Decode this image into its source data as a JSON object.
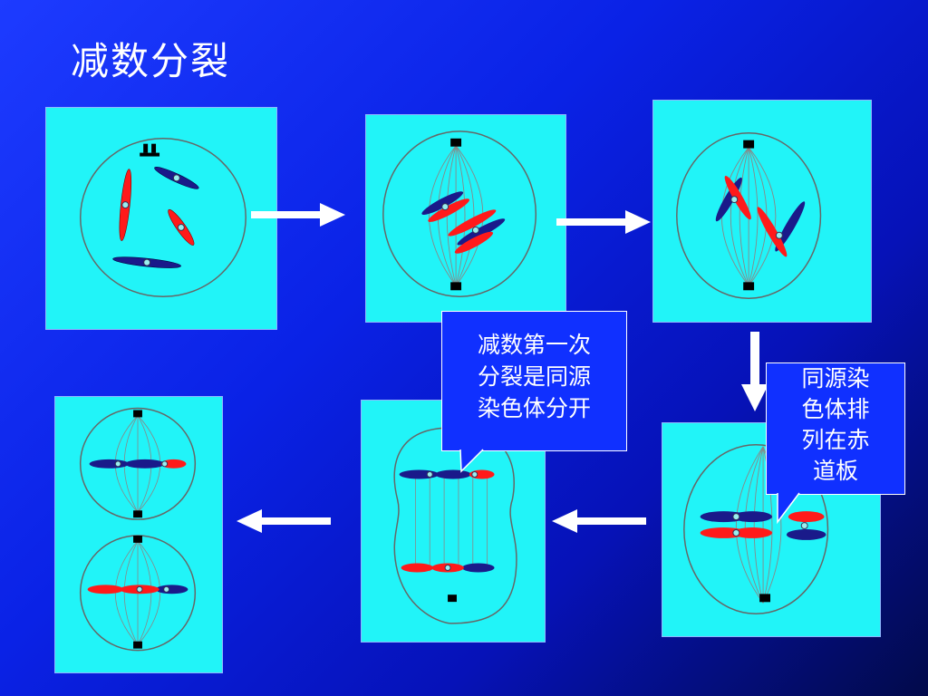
{
  "slide": {
    "title": "减数分裂",
    "background_color": "#1030ff",
    "panel_color": "#21f4f8",
    "chromosome_colors": {
      "maternal": "#ff1a1a",
      "paternal": "#1a1a8a"
    }
  },
  "callouts": [
    {
      "lines": [
        "减数第一次",
        "分裂是同源",
        "染色体分开"
      ]
    },
    {
      "lines": [
        "同源染",
        "色体排",
        "列在赤",
        "道板"
      ]
    }
  ]
}
